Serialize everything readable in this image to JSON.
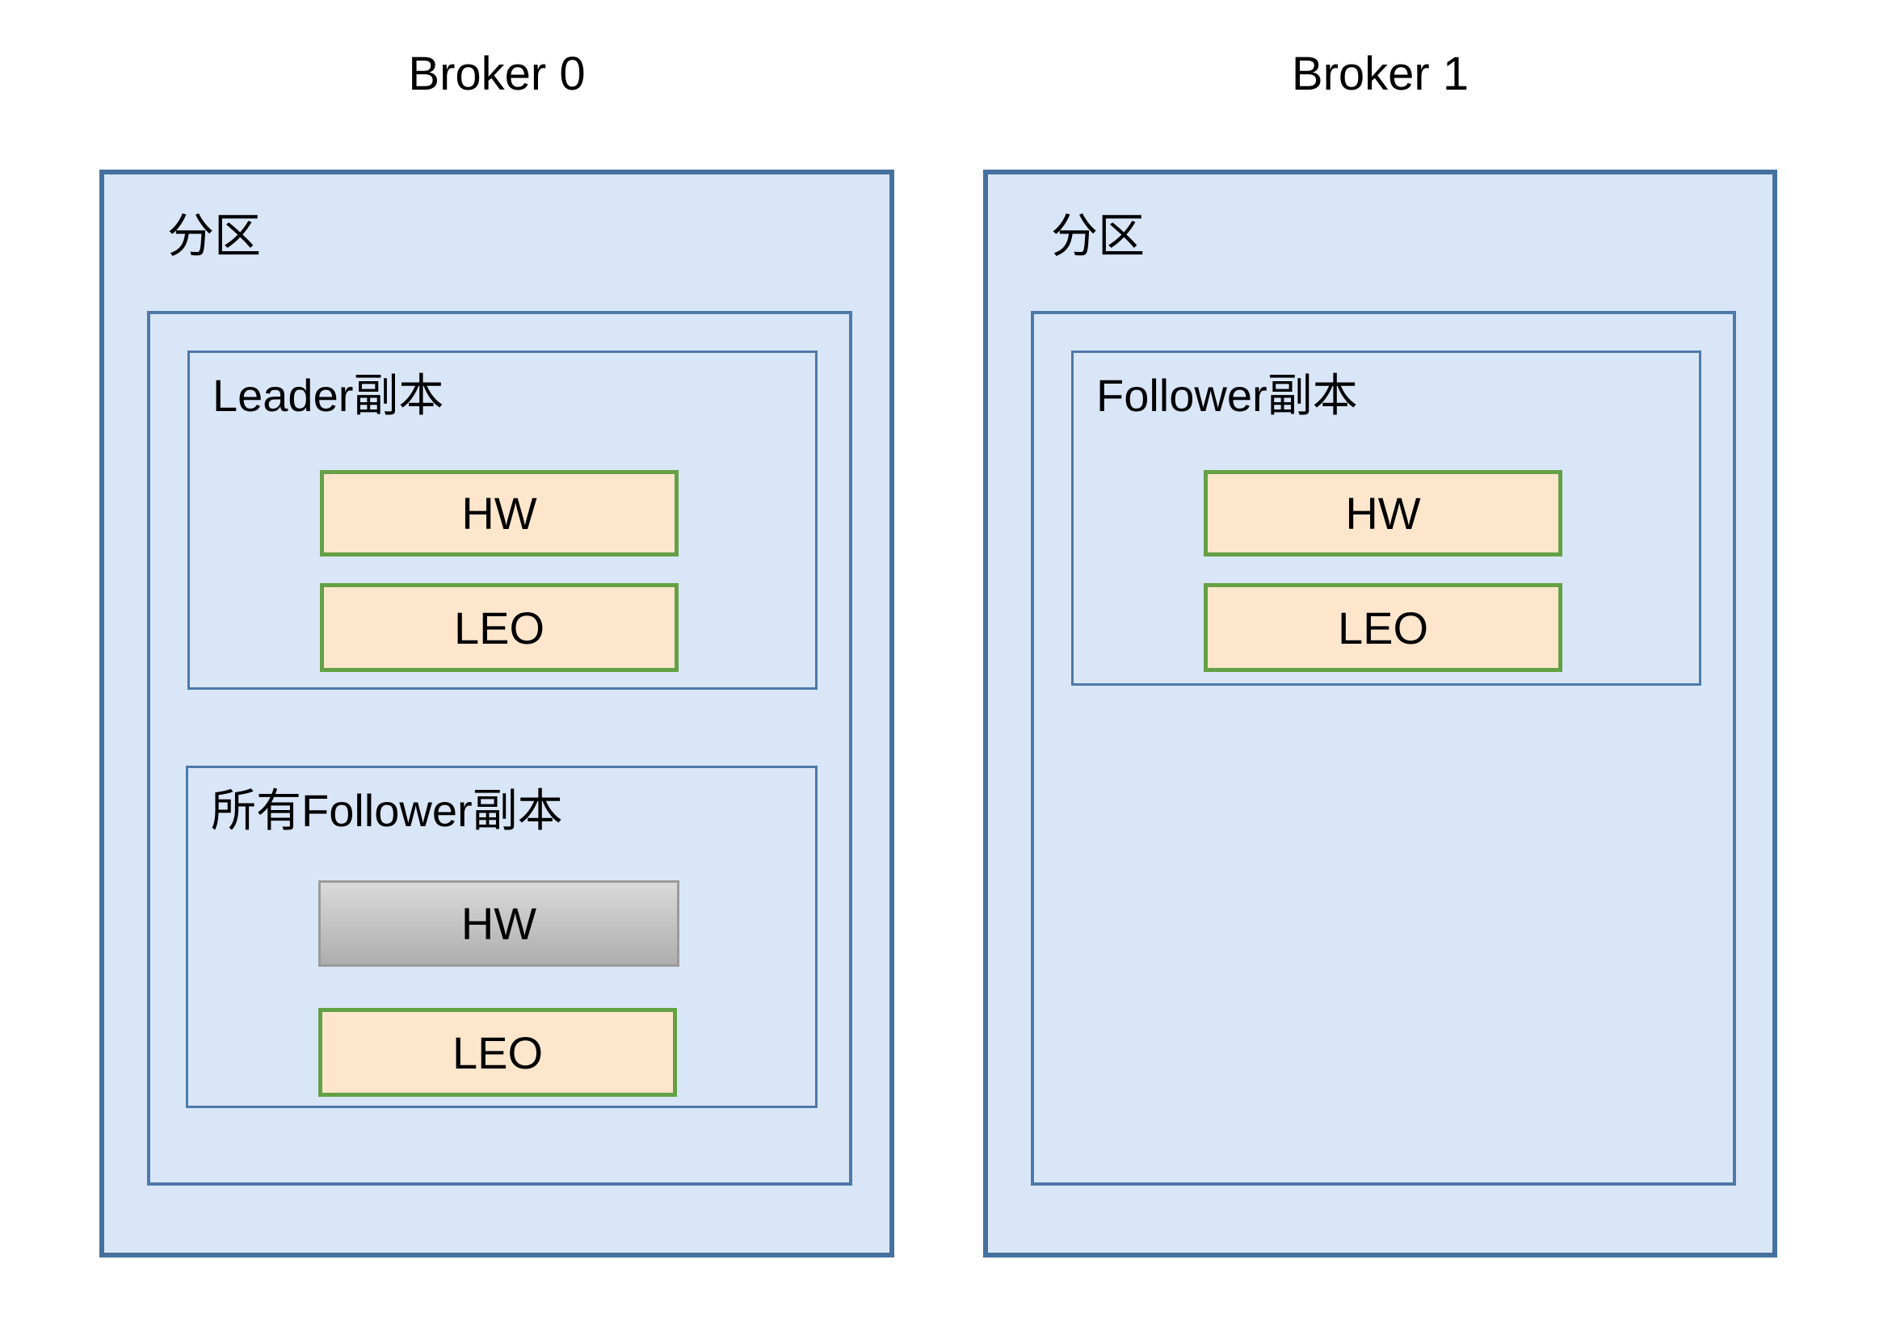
{
  "diagram": {
    "type": "kafka-replica-hw-leo-diagram",
    "brokers": [
      {
        "title": "Broker 0",
        "partition_label": "分区",
        "replicas": [
          {
            "label": "Leader副本",
            "markers": [
              {
                "label": "HW",
                "variant": "orange"
              },
              {
                "label": "LEO",
                "variant": "orange"
              }
            ]
          },
          {
            "label": "所有Follower副本",
            "markers": [
              {
                "label": "HW",
                "variant": "gray"
              },
              {
                "label": "LEO",
                "variant": "orange"
              }
            ]
          }
        ]
      },
      {
        "title": "Broker 1",
        "partition_label": "分区",
        "replicas": [
          {
            "label": "Follower副本",
            "markers": [
              {
                "label": "HW",
                "variant": "orange"
              },
              {
                "label": "LEO",
                "variant": "orange"
              }
            ]
          }
        ]
      }
    ],
    "colors": {
      "box_fill": "#d9e6f8",
      "box_border": "#45719f",
      "marker_fill": "#fde6cc",
      "marker_border": "#63a144",
      "gray_marker_top": "#dadada",
      "gray_marker_bottom": "#aeaeae",
      "gray_marker_border": "#9b9b9b",
      "text": "#000000",
      "background": "#ffffff"
    }
  }
}
